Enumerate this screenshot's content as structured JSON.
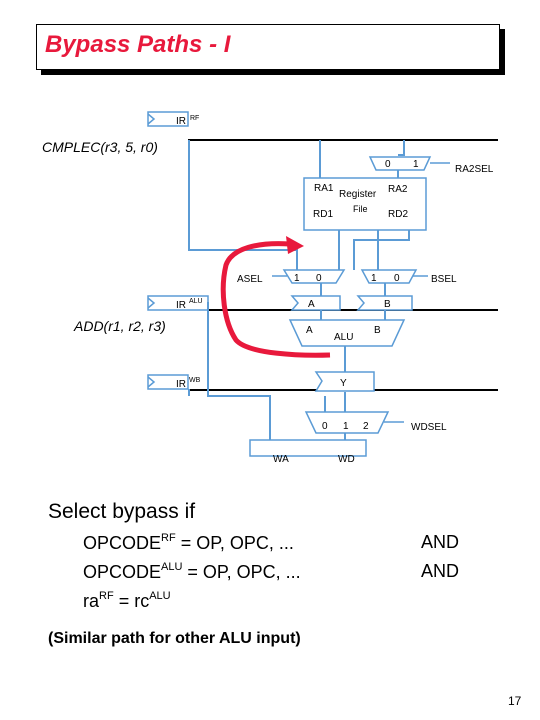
{
  "title": "Bypass Paths - I",
  "diagram": {
    "ir_rf_label": "IR",
    "ir_rf_sup": "RF",
    "instr_rf": "CMPLEC(r3, 5, r0)",
    "mux_ra2sel_0": "0",
    "mux_ra2sel_1": "1",
    "ra2sel": "RA2SEL",
    "ra1": "RA1",
    "ra2": "RA2",
    "register": "Register",
    "file": "File",
    "rd1": "RD1",
    "rd2": "RD2",
    "asel": "ASEL",
    "asel_1": "1",
    "asel_0": "0",
    "bsel_1": "1",
    "bsel_0": "0",
    "bsel": "BSEL",
    "ir_alu_label": "IR",
    "ir_alu_sup": "ALU",
    "instr_alu": "ADD(r1, r2, r3)",
    "reg_a": "A",
    "reg_b": "B",
    "alu_a": "A",
    "alu_b": "B",
    "alu": "ALU",
    "ir_wb_label": "IR",
    "ir_wb_sup": "WB",
    "reg_y": "Y",
    "wd_0": "0",
    "wd_1": "1",
    "wd_2": "2",
    "wdsel": "WDSEL",
    "wa": "WA",
    "wd": "WD"
  },
  "select": {
    "heading": "Select bypass if",
    "line1_a": "OPCODE",
    "line1_sup": "RF",
    "line1_b": " = OP, OPC, ...",
    "line2_a": "OPCODE",
    "line2_sup": "ALU",
    "line2_b": " = OP, OPC, ...",
    "line3_a": "ra",
    "line3_sup": "RF",
    "line3_b": " = rc",
    "line3_sup2": "ALU",
    "and1": "AND",
    "and2": "AND"
  },
  "note": "(Similar path for other ALU input)",
  "page_number": "17",
  "colors": {
    "title": "#e8193c",
    "bypass_path": "#e8193c",
    "wire": "#5b9bd5"
  }
}
